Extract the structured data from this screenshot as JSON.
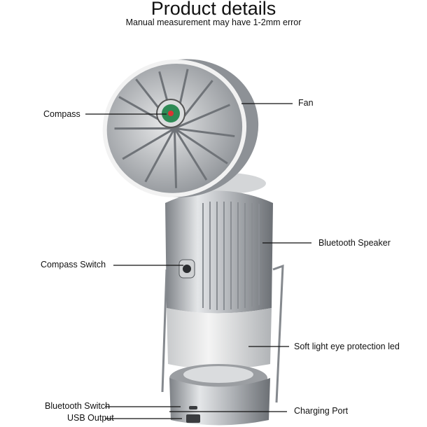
{
  "header": {
    "title": "Product details",
    "subtitle": "Manual measurement may have 1-2mm error"
  },
  "callouts": {
    "compass": "Compass",
    "fan": "Fan",
    "bluetooth_speaker": "Bluetooth Speaker",
    "compass_switch": "Compass Switch",
    "soft_light": "Soft light eye protection led",
    "bluetooth_switch": "Bluetooth Switch",
    "usb_output": "USB Output",
    "charging_port": "Charging Port"
  },
  "colors": {
    "metal": "#b9bcc0",
    "metal_dark": "#6f7378",
    "text": "#111111"
  }
}
